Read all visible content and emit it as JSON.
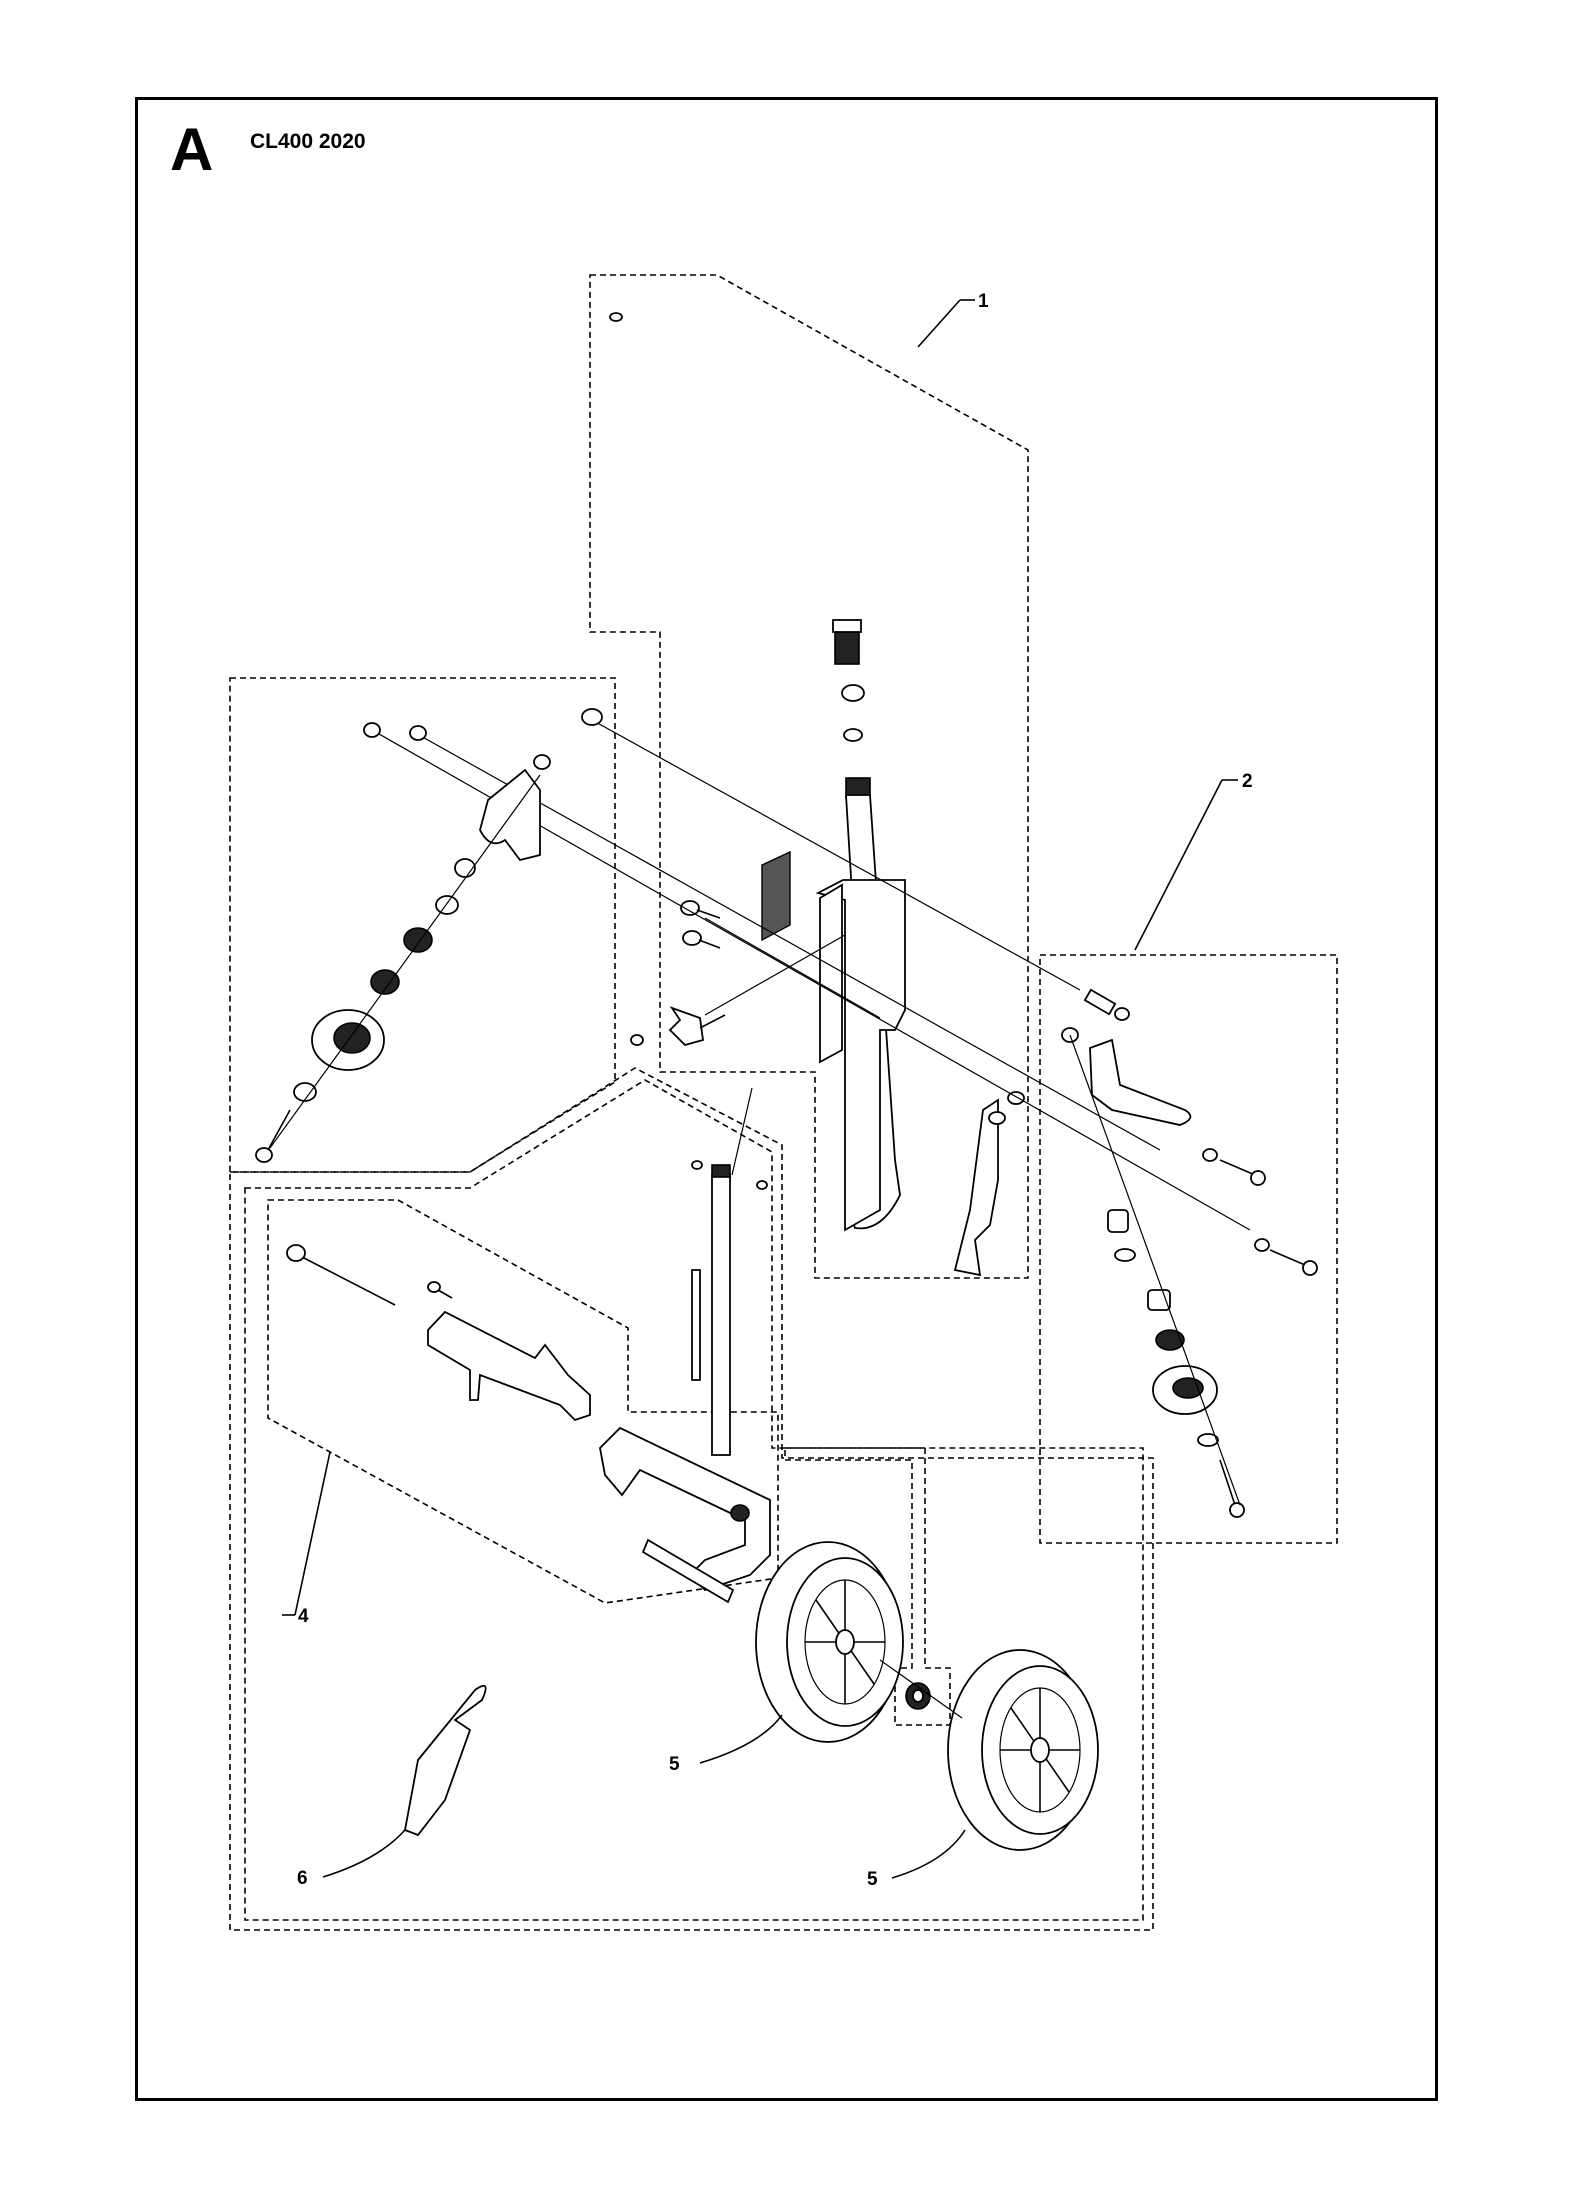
{
  "header": {
    "section_letter": "A",
    "model_code": "CL400 2020"
  },
  "callouts": {
    "c1": "1",
    "c2": "2",
    "c4": "4",
    "c5a": "5",
    "c5b": "5",
    "c6": "6"
  },
  "colors": {
    "ink": "#000000",
    "paper": "#ffffff"
  }
}
